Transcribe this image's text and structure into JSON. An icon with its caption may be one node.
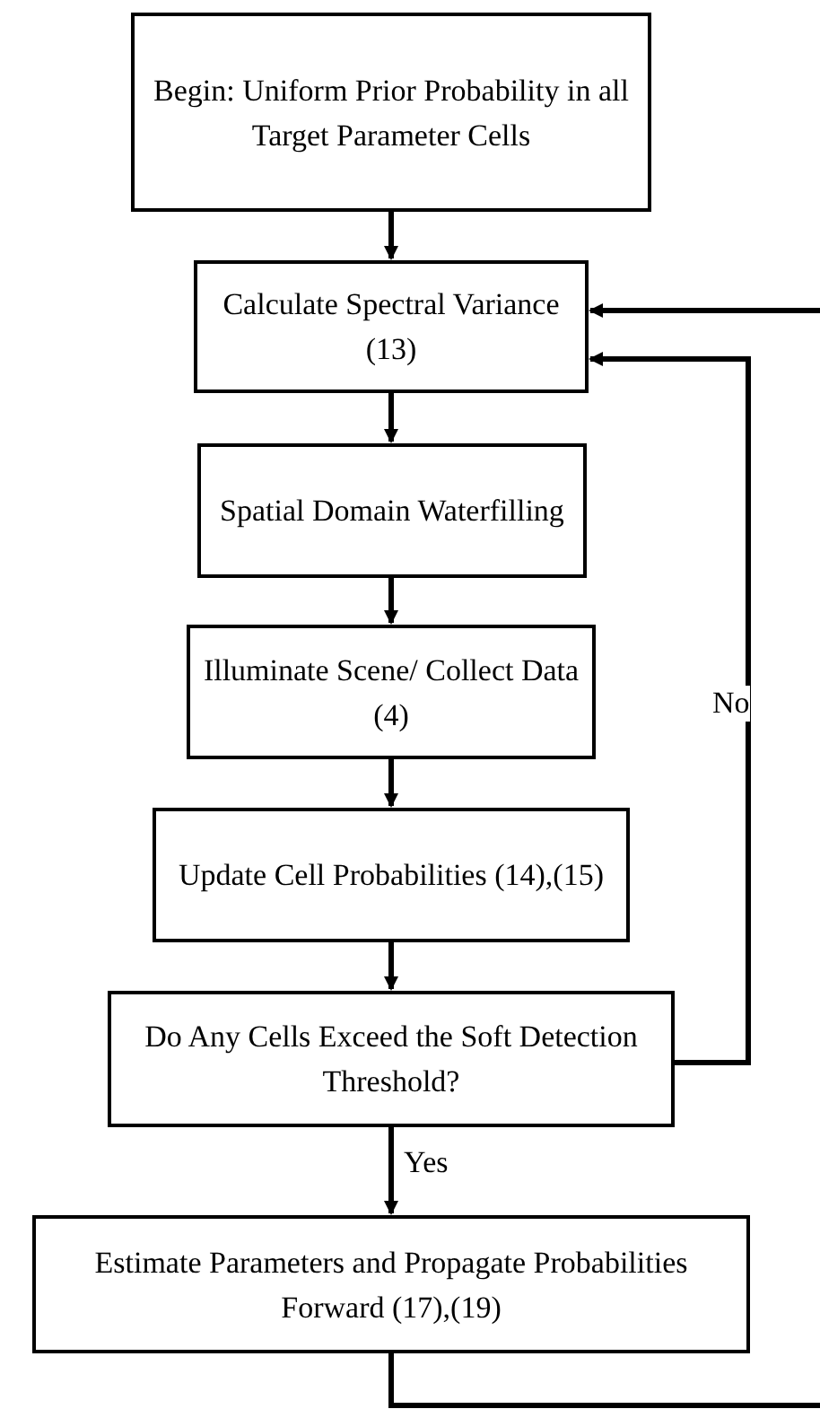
{
  "diagram": {
    "nodes": [
      {
        "text": [
          "Begin: Uniform Prior Probability in all Target Parameter Cells"
        ]
      },
      {
        "text": [
          "Calculate Spectral Variance (13)"
        ]
      },
      {
        "text": [
          "Spatial Domain Waterfilling"
        ]
      },
      {
        "text": [
          "Illuminate Scene/ Collect Data (4)"
        ]
      },
      {
        "text": [
          "Update Cell Probabilities (14),(15)"
        ]
      },
      {
        "text": [
          "Do Any Cells Exceed the Soft Detection Threshold?"
        ]
      },
      {
        "text": [
          "Estimate Parameters and Propagate Probabilities Forward (17),(19)"
        ]
      }
    ],
    "edges": [
      {
        "from": 0,
        "to": 1,
        "arrow": "to"
      },
      {
        "from": 1,
        "to": 2,
        "arrow": "to"
      },
      {
        "from": 2,
        "to": 3,
        "arrow": "to"
      },
      {
        "from": 3,
        "to": 4,
        "arrow": "to"
      },
      {
        "from": 4,
        "to": 5,
        "arrow": "to"
      },
      {
        "from": 5,
        "to": 6,
        "arrow": "to",
        "label": "Yes"
      },
      {
        "from": 5,
        "to": 1,
        "arrow": "to",
        "label": "No"
      },
      {
        "from": null,
        "to": 1,
        "arrow": "to"
      },
      {
        "from": 6,
        "to": null,
        "arrow": "none"
      }
    ]
  }
}
